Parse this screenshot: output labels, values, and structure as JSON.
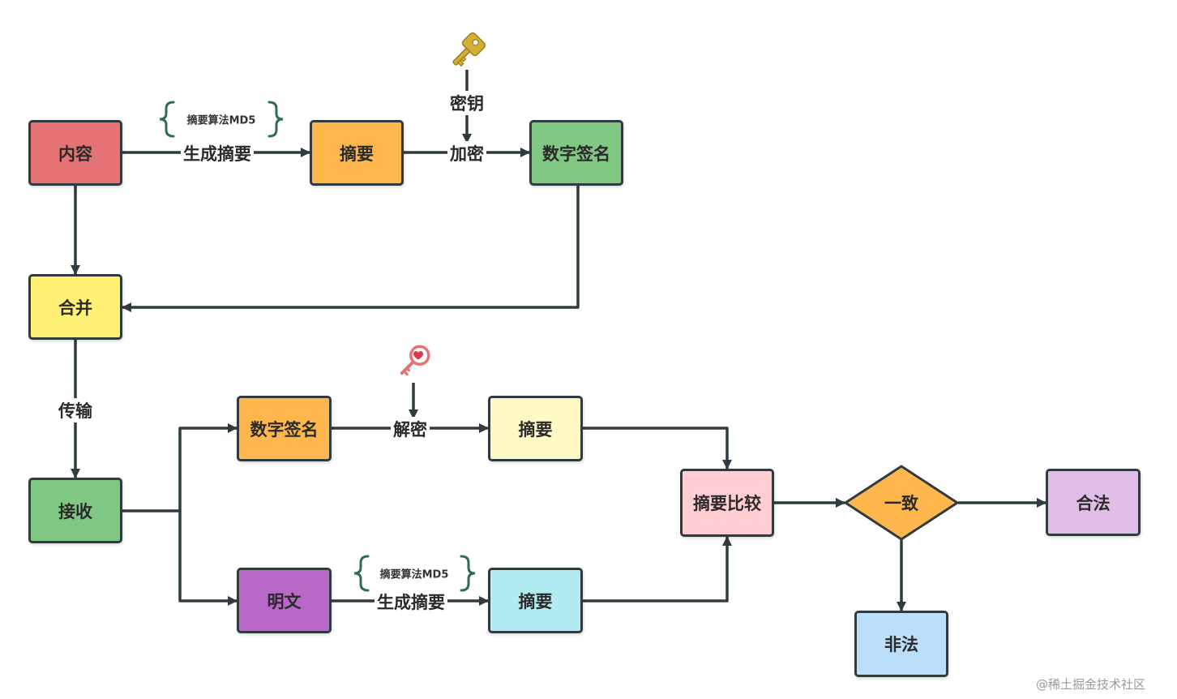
{
  "nodes": {
    "content": {
      "label": "内容",
      "color": "#E57373"
    },
    "digest_top": {
      "label": "摘要",
      "color": "#FFB74D"
    },
    "signature_top": {
      "label": "数字签名",
      "color": "#81C784"
    },
    "merge": {
      "label": "合并",
      "color": "#FFF176"
    },
    "receive": {
      "label": "接收",
      "color": "#81C784"
    },
    "signature_recv": {
      "label": "数字签名",
      "color": "#FFB74D"
    },
    "digest_decrypt": {
      "label": "摘要",
      "color": "#FFF9C4"
    },
    "plaintext": {
      "label": "明文",
      "color": "#BA68C8"
    },
    "digest_plain": {
      "label": "摘要",
      "color": "#B2EBF2"
    },
    "compare": {
      "label": "摘要比较",
      "color": "#FFCDD2"
    },
    "consistent": {
      "label": "一致",
      "color": "#FFB74D"
    },
    "legal": {
      "label": "合法",
      "color": "#E1BEE7"
    },
    "illegal": {
      "label": "非法",
      "color": "#BBDEFB"
    }
  },
  "edges": {
    "generate_digest_top": "生成摘要",
    "algorithm_top": "摘要算法MD5",
    "encrypt": "加密",
    "key": "密钥",
    "transmit": "传输",
    "decrypt": "解密",
    "generate_digest_bottom": "生成摘要",
    "algorithm_bottom": "摘要算法MD5"
  },
  "icons": {
    "private_key": "gold-key-icon",
    "public_key": "heart-key-icon",
    "key_color": "#D4AF37",
    "heart_key_color": "#E57373"
  },
  "colors": {
    "line": "#2f3b3e",
    "brace": "#2E6B5E"
  },
  "watermark": "@稀土掘金技术社区"
}
